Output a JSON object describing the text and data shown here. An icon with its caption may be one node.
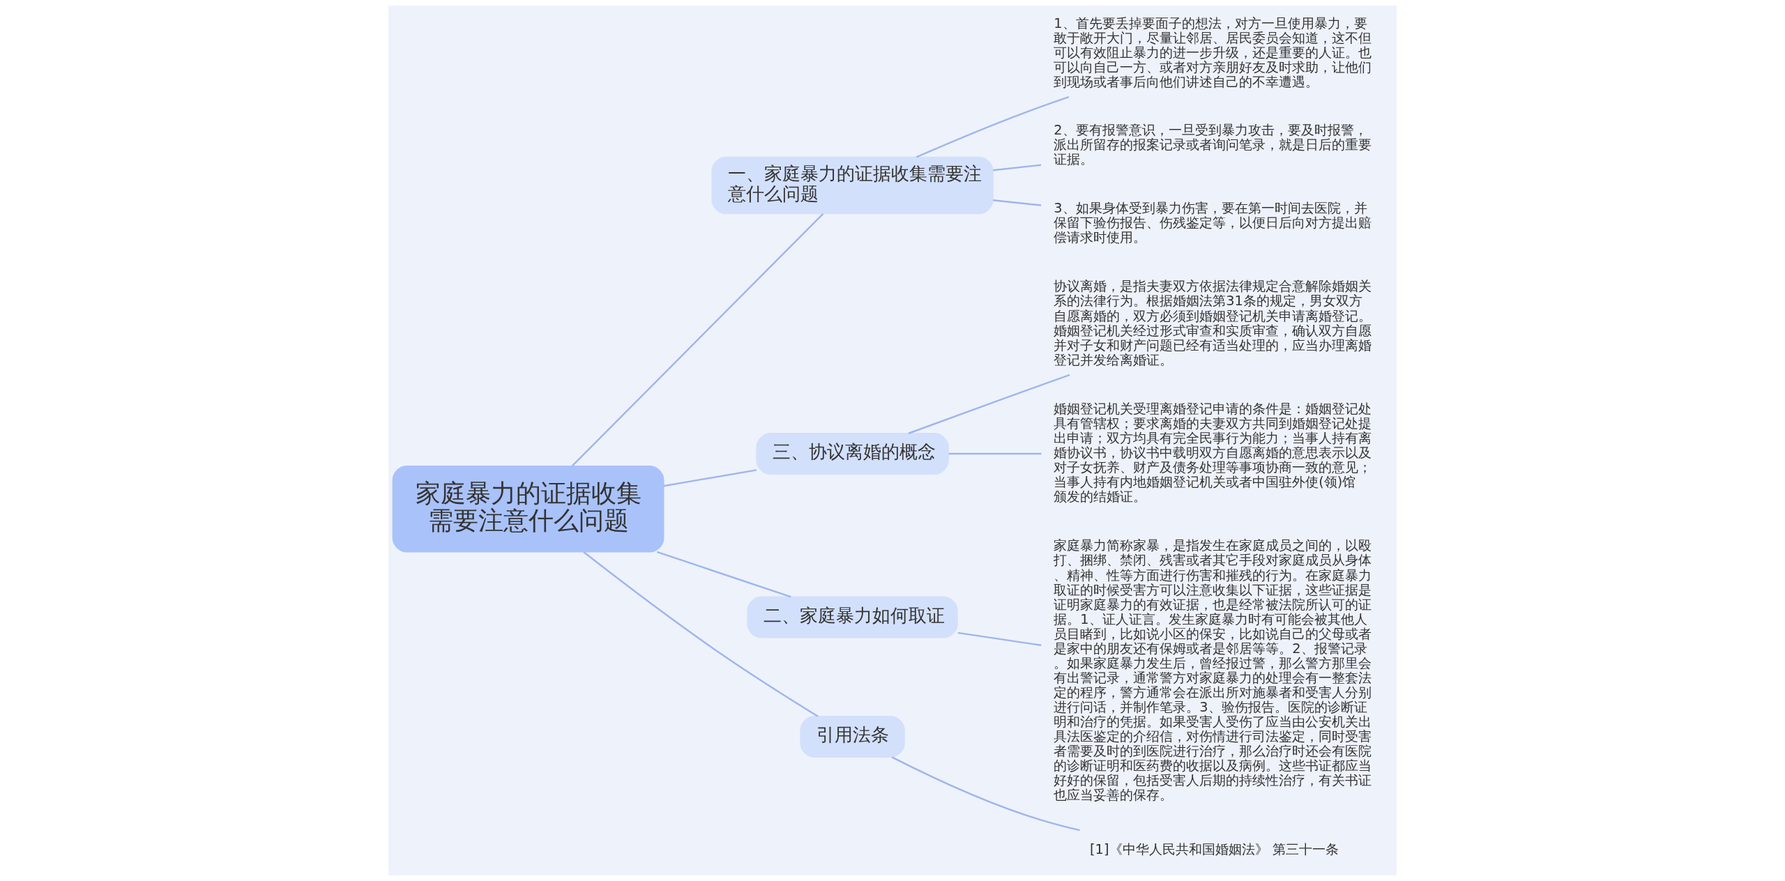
{
  "diagram": {
    "nodes": [
      {
        "text": [
          "家庭暴力的证据收集需要注意什么问题"
        ]
      },
      {
        "text": [
          "一、家庭暴力的证据收集需要注意什么问题"
        ]
      },
      {
        "text": [
          "1、首先要丢掉要面子的想法，对方一旦使用暴力，要敢于敞开大门，尽量让邻居、居民委员会知道，这不但可以有效阻止暴力的进一步升级，还是重要的人证。也可以向自己一方、或者对方亲朋好友及时求助，让他们到现场或者事后向他们讲述自己的不幸遭遇。"
        ]
      },
      {
        "text": [
          "2、要有报警意识，一旦受到暴力攻击，要及时报警，派出所留存的报案记录或者询问笔录，就是日后的重要证据。"
        ]
      },
      {
        "text": [
          "3、如果身体受到暴力伤害，要在第一时间去医院，并保留下验伤报告、伤残鉴定等，以便日后向对方提出赔偿请求时使用。"
        ]
      },
      {
        "text": [
          "三、协议离婚的概念"
        ]
      },
      {
        "text": [
          "协议离婚，是指夫妻双方依据法律规定合意解除婚姻关系的法律行为。根据婚姻法第31条的规定，男女双方自愿离婚的，双方必须到婚姻登记机关申请离婚登记。婚姻登记机关经过形式审查和实质审查，确认双方自愿并对子女和财产问题已经有适当处理的，应当办理离婚登记并发给离婚证。"
        ]
      },
      {
        "text": [
          "婚姻登记机关受理离婚登记申请的条件是：婚姻登记处具有管辖权；要求离婚的夫妻双方共同到婚姻登记处提出申请；双方均具有完全民事行为能力；当事人持有离婚协议书，协议书中载明双方自愿离婚的意思表示以及对子女抚养、财产及债务处理等事项协商一致的意见；当事人持有内地婚姻登记机关或者中国驻外使(领)馆颁发的结婚证。"
        ]
      },
      {
        "text": [
          "二、家庭暴力如何取证"
        ]
      },
      {
        "text": [
          "家庭暴力简称家暴，是指发生在家庭成员之间的，以殴打、捆绑、禁闭、残害或者其它手段对家庭成员从身体、精神、性等方面进行伤害和摧残的行为。在家庭暴力取证的时候受害方可以注意收集以下证据，这些证据是证明家庭暴力的有效证据，也是经常被法院所认可的证据。1、证人证言。发生家庭暴力时有可能会被其他人员目睹到，比如说小区的保安，比如说自己的父母或者是家中的朋友还有保姆或者是邻居等等。2、报警记录。如果家庭暴力发生后，曾经报过警，那么警方那里会有出警记录，通常警方对家庭暴力的处理会有一整套法定的程序，警方通常会在派出所对施暴者和受害人分别进行问话，并制作笔录。3、验伤报告。医院的诊断证明和治疗的凭据。如果受害人受伤了应当由公安机关出具法医鉴定的介绍信，对伤情进行司法鉴定，同时受害者需要及时的到医院进行治疗，那么治疗时还会有医院的诊断证明和医药费的收据以及病例。这些书证都应当好好的保留，包括受害人后期的持续性治疗，有关书证也应当妥善的保存。"
        ]
      },
      {
        "text": [
          "引用法条"
        ]
      },
      {
        "text": [
          "[1]《中华人民共和国婚姻法》 第三十一条"
        ]
      }
    ],
    "edges": [
      {
        "from": 0,
        "to": 1,
        "arrow": "none"
      },
      {
        "from": 1,
        "to": 2,
        "arrow": "none"
      },
      {
        "from": 1,
        "to": 3,
        "arrow": "none"
      },
      {
        "from": 1,
        "to": 4,
        "arrow": "none"
      },
      {
        "from": 0,
        "to": 5,
        "arrow": "none"
      },
      {
        "from": 5,
        "to": 6,
        "arrow": "none"
      },
      {
        "from": 5,
        "to": 7,
        "arrow": "none"
      },
      {
        "from": 0,
        "to": 8,
        "arrow": "none"
      },
      {
        "from": 8,
        "to": 9,
        "arrow": "none"
      },
      {
        "from": 0,
        "to": 10,
        "arrow": "none"
      },
      {
        "from": 10,
        "to": 11,
        "arrow": "none"
      }
    ]
  }
}
